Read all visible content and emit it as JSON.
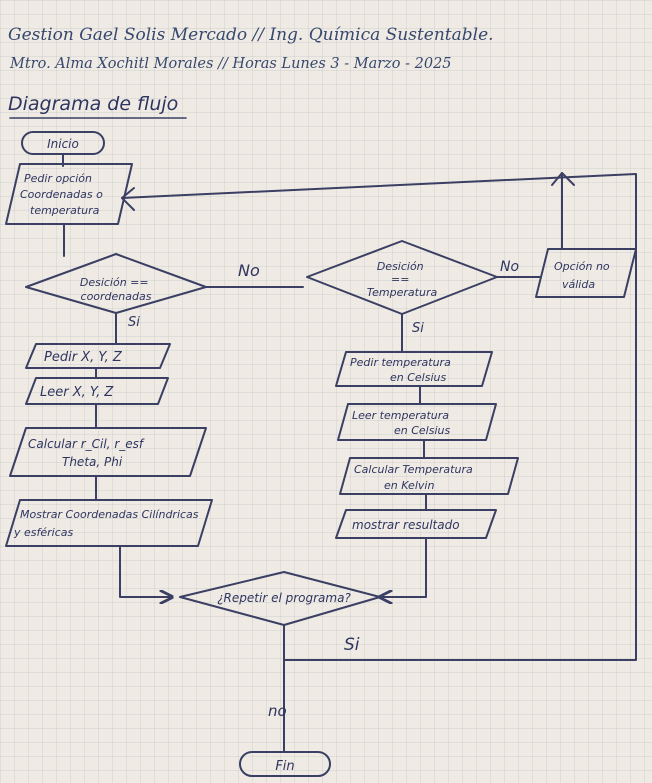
{
  "header": {
    "line1": "Gestion Gael Solis Mercado // Ing. Química Sustentable.",
    "line2": "Mtro. Alma Xochitl Morales // Horas Lunes 3 - Marzo - 2025",
    "section_title": "Diagrama de flujo"
  },
  "flowchart": {
    "start": "Inicio",
    "ask_option": "Pedir opción Coordenadas o temperatura",
    "decision_coords": "Desición == coordenadas",
    "label_no_1": "No",
    "label_si_1": "Si",
    "coords_steps": [
      "Pedir X, Y, Z",
      "Leer X, Y, Z",
      "Calcular r_Cil, r_esf Theta, Phi",
      "Mostrar Coordenadas Cilíndricas y esféricas"
    ],
    "decision_temp": "Desición == Temperatura",
    "label_no_2": "No",
    "label_si_2": "Si",
    "invalid_option": "Opción no válida",
    "temp_steps": [
      "Pedir temperatura en Celsius",
      "Leer temperatura en Celsius",
      "Calcular Temperatura en Kelvin",
      "mostrar resultado"
    ],
    "decision_repeat": "¿Repetir el programa?",
    "label_si_repeat": "Si",
    "label_no_repeat": "no",
    "end": "Fin"
  }
}
